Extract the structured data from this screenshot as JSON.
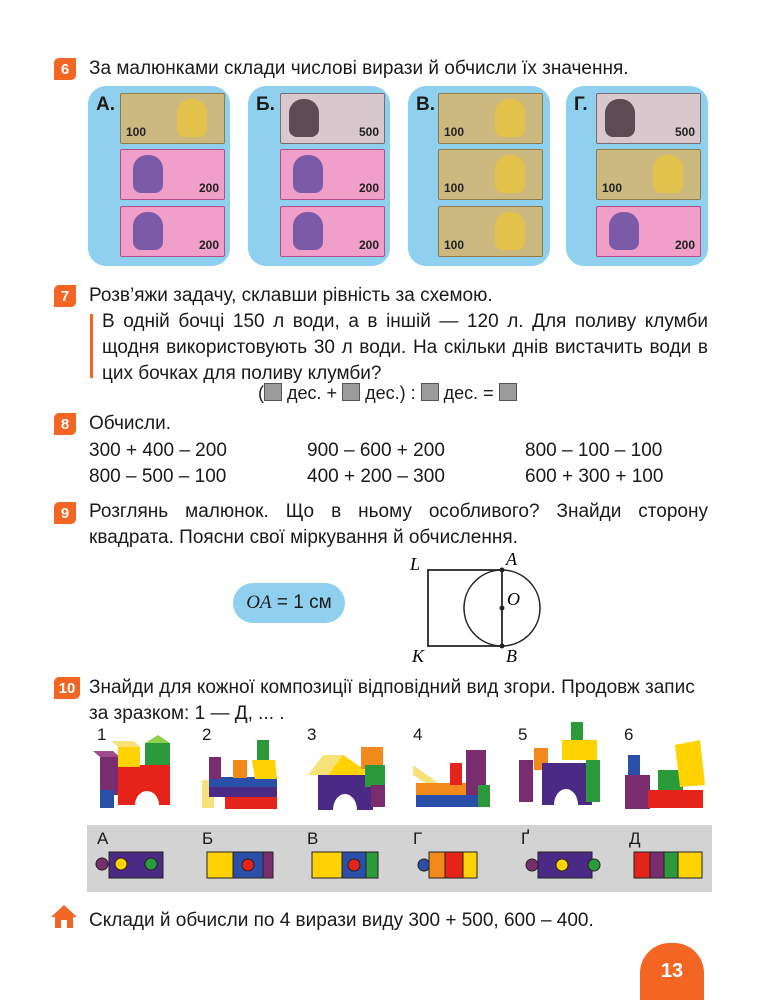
{
  "task6": {
    "number": "6",
    "text": "За малюнками склади числові вирази й обчисли їх значення.",
    "cards": [
      {
        "label": "А.",
        "notes": [
          "100",
          "200",
          "200"
        ]
      },
      {
        "label": "Б.",
        "notes": [
          "500",
          "200",
          "200"
        ]
      },
      {
        "label": "В.",
        "notes": [
          "100",
          "100",
          "100"
        ]
      },
      {
        "label": "Г.",
        "notes": [
          "500",
          "100",
          "200"
        ]
      }
    ]
  },
  "task7": {
    "number": "7",
    "text": "Розв’яжи задачу, склавши рівність за схемою.",
    "problem": "В одній бочці 150 л води, а в іншій — 120 л. Для поливу клумби щодня використовують 30 л води. На скільки днів вистачить води в цих бочках для поливу клумби?",
    "scheme": {
      "open": "(",
      "dec1": "дес. +",
      "dec2": "дес.) :",
      "dec3": "дес. ="
    }
  },
  "task8": {
    "number": "8",
    "text": "Обчисли.",
    "expressions": [
      "300 + 400 – 200",
      "900 – 600 + 200",
      "800 – 100 – 100",
      "800 – 500 – 100",
      "400 + 200 – 300",
      "600 + 300 + 100"
    ]
  },
  "task9": {
    "number": "9",
    "text": "Розглянь малюнок. Що в ньому особливого? Знайди сторону квадрата. Поясни свої міркування й обчислення.",
    "badge_text": "= 1 см",
    "badge_var": "OA",
    "points": {
      "L": "L",
      "A": "A",
      "O": "O",
      "K": "K",
      "B": "B"
    }
  },
  "task10": {
    "number": "10",
    "text": "Знайди для кожної композиції відповідний вид згори. Продовж запис за зразком: 1 — Д, ... .",
    "compositions": [
      "1",
      "2",
      "3",
      "4",
      "5",
      "6"
    ],
    "top_views": [
      "А",
      "Б",
      "В",
      "Г",
      "Ґ",
      "Д"
    ]
  },
  "home": {
    "text": "Склади й обчисли по 4 вирази виду 300 + 500, 600 – 400."
  },
  "page_number": "13",
  "colors": {
    "accent": "#f26522",
    "card": "#8fd0ee"
  }
}
